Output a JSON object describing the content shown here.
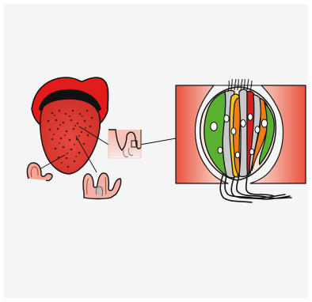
{
  "figure": {
    "background": "#f5f5f5",
    "colors": {
      "lip_red": "#e21b1b",
      "tongue_red": "#e0403a",
      "papilla_dots": "#6b1a14",
      "tissue_pink": "#f0a090",
      "tissue_dark": "#d94b3a",
      "cell_green": "#5ab030",
      "cell_grey": "#c8c8c8",
      "cell_yellow": "#f2c21a",
      "cell_orange": "#ef7d1a",
      "cell_red": "#d62020",
      "outline": "#111111"
    },
    "parts": [
      "mouth",
      "tongue",
      "papilla-detail-left",
      "papilla-detail-center",
      "papilla-detail-right",
      "taste-bud"
    ]
  }
}
